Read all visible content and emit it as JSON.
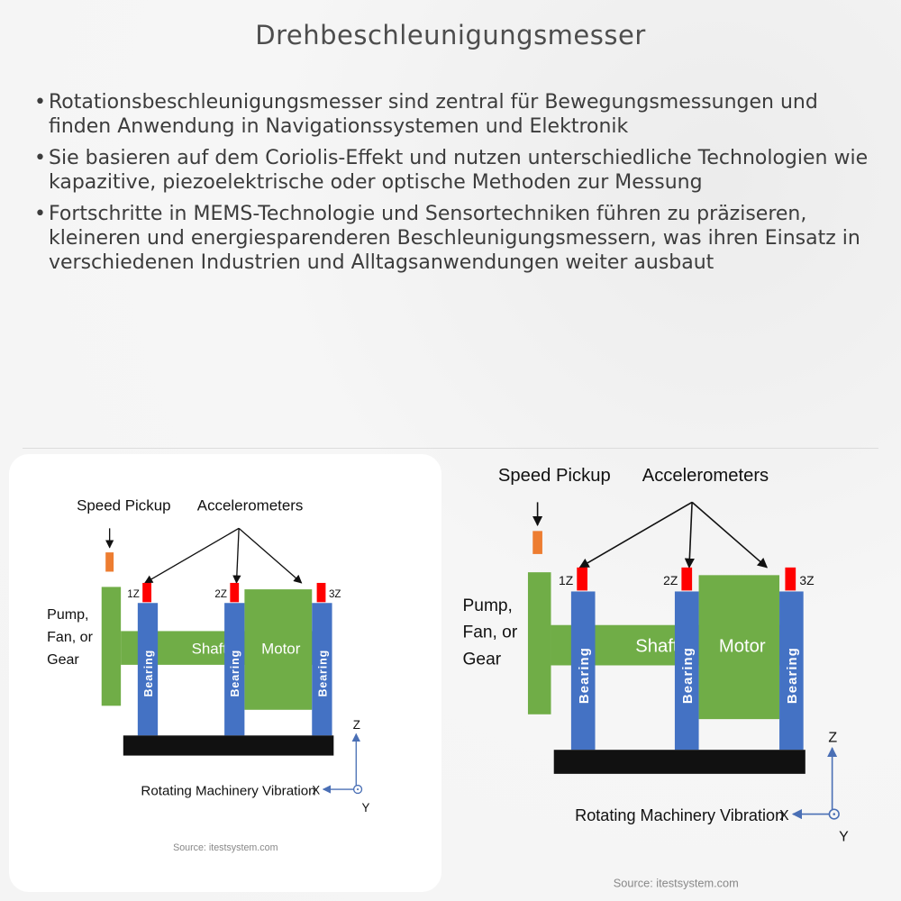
{
  "page": {
    "title": "Drehbeschleunigungsmesser"
  },
  "bullets": [
    "Rotationsbeschleunigungsmesser sind zentral für Bewegungsmessungen und finden Anwendung in Navigationssystemen und Elektronik",
    "Sie basieren auf dem Coriolis-Effekt und nutzen unterschiedliche Technologien wie kapazitive, piezoelektrische oder optische Methoden zur Messung",
    "Fortschritte in MEMS-Technologie und Sensortechniken führen zu präziseren, kleineren und energiesparenderen Beschleunigungsmessern, was ihren Einsatz in verschiedenen Industrien und Alltagsanwendungen weiter ausbaut"
  ],
  "diagram": {
    "speed_pickup": "Speed Pickup",
    "accelerometers": "Accelerometers",
    "pump_line1": "Pump,",
    "pump_line2": "Fan, or",
    "pump_line3": "Gear",
    "sensor_1": "1Z",
    "sensor_2": "2Z",
    "sensor_3": "3Z",
    "bearing": "Bearing",
    "shaft": "Shaft",
    "motor": "Motor",
    "axis_z": "Z",
    "axis_x": "X",
    "axis_y": "Y",
    "caption": "Rotating Machinery Vibration",
    "source": "Source: itestsystem.com",
    "colors": {
      "green": "#70ad47",
      "blue": "#4472c4",
      "red": "#ff0000",
      "orange": "#ed7d31",
      "base": "#111111",
      "axis": "#4a6fb5"
    }
  }
}
